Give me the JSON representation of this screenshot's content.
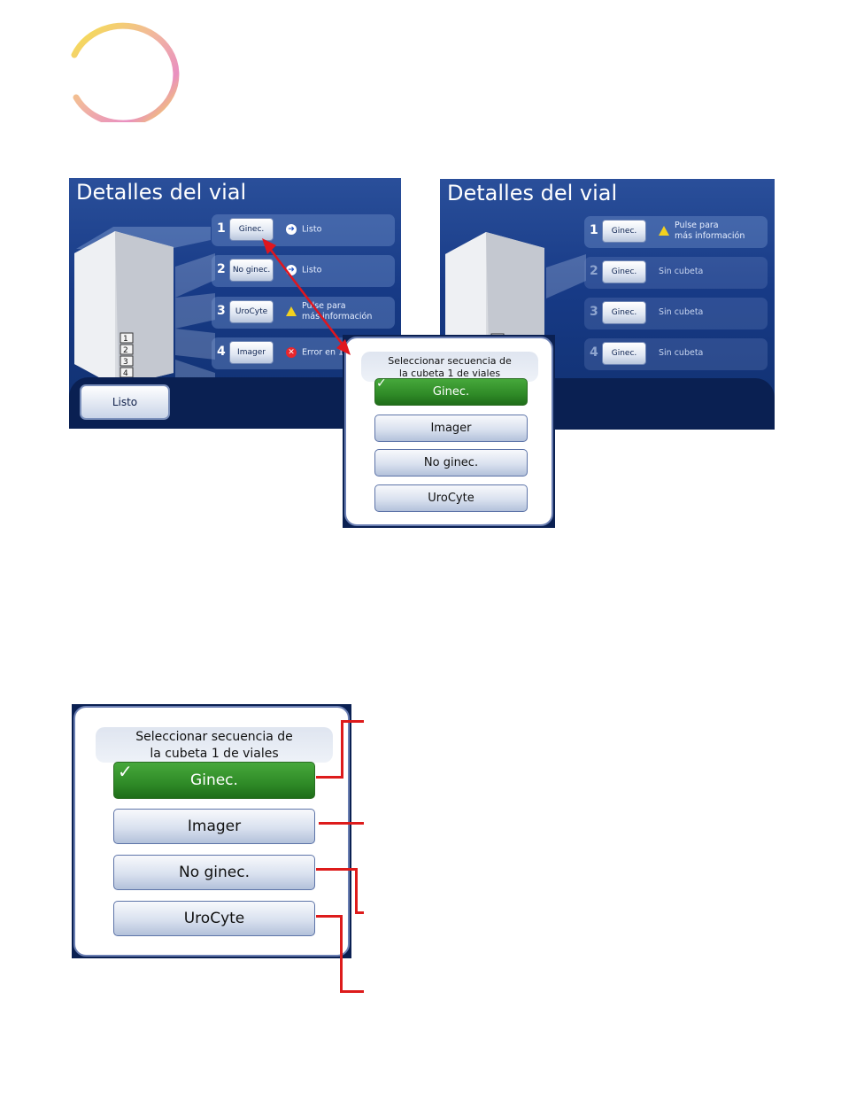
{
  "screen_left": {
    "title": "Detalles del vial",
    "rows": [
      {
        "num": "1",
        "button": "Ginec.",
        "status": "Listo"
      },
      {
        "num": "2",
        "button": "No ginec.",
        "status": "Listo"
      },
      {
        "num": "3",
        "button": "UroCyte",
        "status_line1": "Pulse para",
        "status_line2": "más información"
      },
      {
        "num": "4",
        "button": "Imager",
        "status": "Error en 1"
      }
    ],
    "done_button": "Listo"
  },
  "screen_right": {
    "title": "Detalles del vial",
    "rows": [
      {
        "num": "1",
        "button": "Ginec.",
        "status_line1": "Pulse para",
        "status_line2": "más información"
      },
      {
        "num": "2",
        "button": "Ginec.",
        "status": "Sin cubeta"
      },
      {
        "num": "3",
        "button": "Ginec.",
        "status": "Sin cubeta"
      },
      {
        "num": "4",
        "button": "Ginec.",
        "status": "Sin cubeta"
      }
    ]
  },
  "dialog": {
    "header_line1": "Seleccionar secuencia de",
    "header_line2": "la cubeta 1 de viales",
    "options": [
      "Ginec.",
      "Imager",
      "No ginec.",
      "UroCyte"
    ],
    "selected": "Ginec."
  },
  "colors": {
    "screen_blue": "#173a86",
    "selected_green": "#2f8a27",
    "callout_red": "#dd1b1b",
    "arrow_red": "#e0161e"
  }
}
